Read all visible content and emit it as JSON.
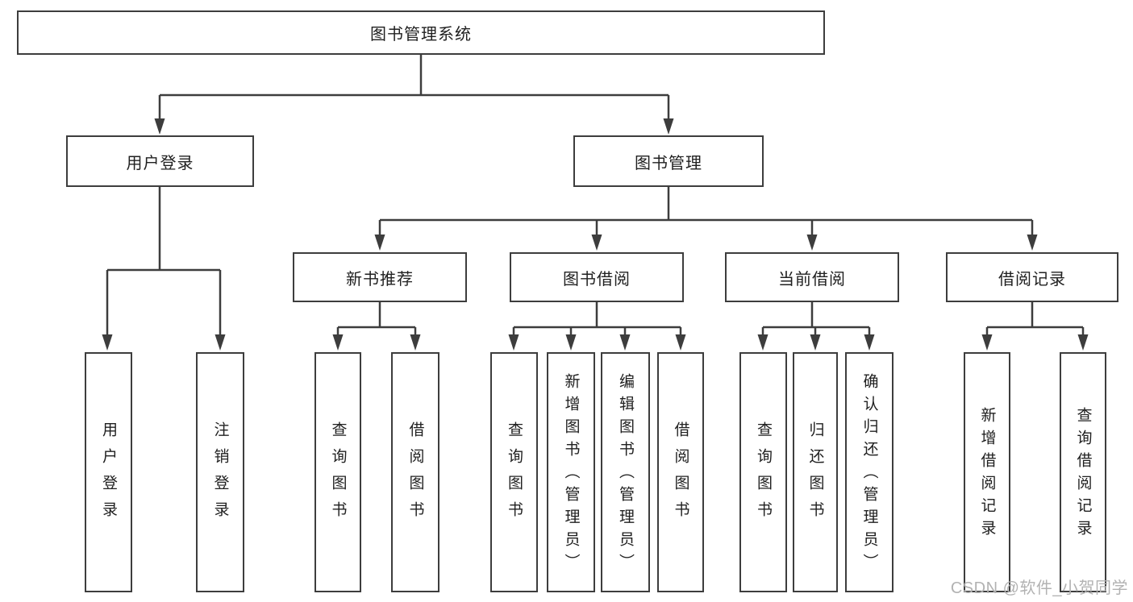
{
  "tree": {
    "root": {
      "label": "图书管理系统"
    },
    "branches": [
      {
        "label": "用户登录",
        "children": [
          {
            "label": "用户登录"
          },
          {
            "label": "注销登录"
          }
        ]
      },
      {
        "label": "图书管理",
        "children": [
          {
            "label": "新书推荐",
            "children": [
              {
                "label": "查询图书"
              },
              {
                "label": "借阅图书"
              }
            ]
          },
          {
            "label": "图书借阅",
            "children": [
              {
                "label": "查询图书"
              },
              {
                "label": "新增图书（管理员）"
              },
              {
                "label": "编辑图书（管理员）"
              },
              {
                "label": "借阅图书"
              }
            ]
          },
          {
            "label": "当前借阅",
            "children": [
              {
                "label": "查询图书"
              },
              {
                "label": "归还图书"
              },
              {
                "label": "确认归还（管理员）"
              }
            ]
          },
          {
            "label": "借阅记录",
            "children": [
              {
                "label": "新增借阅记录"
              },
              {
                "label": "查询借阅记录"
              }
            ]
          }
        ]
      }
    ]
  },
  "watermark": {
    "text": "CSDN @软件_小贺同学"
  },
  "colors": {
    "line": "#3d3d3d",
    "text": "#202020",
    "watermark": "#b2b2b2",
    "background": "#ffffff"
  }
}
